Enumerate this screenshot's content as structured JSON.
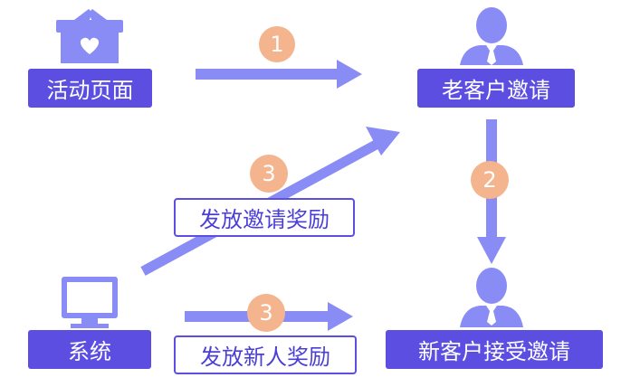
{
  "colors": {
    "box_fill": "#5b4ee0",
    "arrow": "#8a8cf6",
    "badge": "#f3b48e",
    "icon": "#8a8cf6"
  },
  "nodes": {
    "activity_page": "活动页面",
    "old_customer": "老客户邀请",
    "system": "系统",
    "new_customer": "新客户接受邀请"
  },
  "steps": {
    "step1": "1",
    "step2": "2",
    "step3a": "3",
    "step3b": "3"
  },
  "labels": {
    "invite_reward": "发放邀请奖励",
    "newcomer_reward": "发放新人奖励"
  },
  "icons": {
    "gift": "gift-heart-icon",
    "person": "person-tie-icon",
    "monitor": "computer-monitor-icon"
  }
}
